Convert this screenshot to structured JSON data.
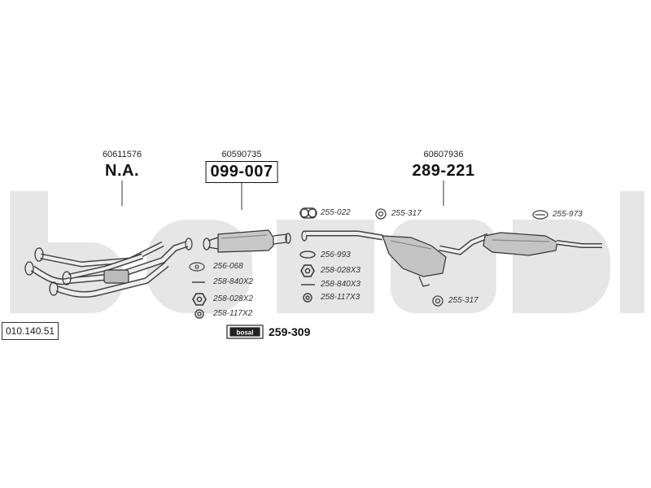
{
  "catalog_number": "010.140.51",
  "watermark_text": "bosal",
  "sections": [
    {
      "part_number": "60611576",
      "code": "N.A."
    },
    {
      "part_number": "60590735",
      "code": "099-007"
    },
    {
      "part_number": "60607936",
      "code": "289-221"
    }
  ],
  "fitting_refs": {
    "r256_068": "256-068",
    "r258_840x2": "258-840X2",
    "r258_028x2": "258-028X2",
    "r258_117x2": "258-117X2",
    "r255_022": "255-022",
    "r255_317_top": "255-317",
    "r256_993": "256-993",
    "r258_028x3": "258-028X3",
    "r258_840x3": "258-840X3",
    "r258_117x3": "258-117X3",
    "r255_317_bottom": "255-317",
    "r255_973": "255-973"
  },
  "mounting_kit": {
    "brand": "bosal",
    "code": "259-309"
  }
}
